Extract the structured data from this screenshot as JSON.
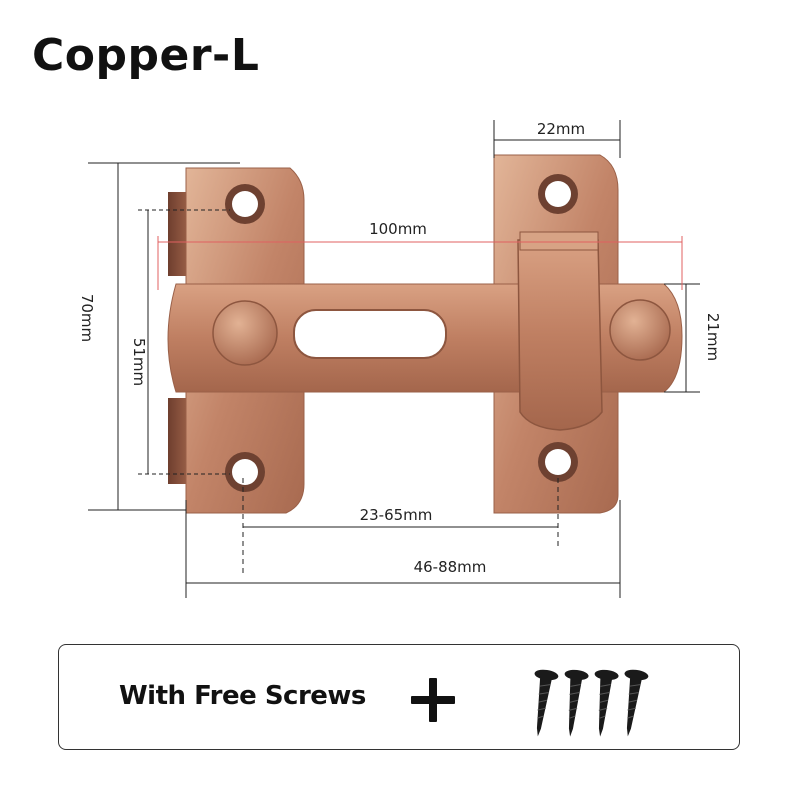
{
  "title": "Copper-L",
  "dimensions": {
    "top_width": "22mm",
    "span": "100mm",
    "height": "70mm",
    "hole_spacing": "51mm",
    "bar_height": "21mm",
    "adjust_min": "23-65mm",
    "adjust_max": "46-88mm"
  },
  "promo": {
    "text": "With Free Screws"
  },
  "colors": {
    "copper_light": "#d9a789",
    "copper_mid": "#b8795d",
    "copper_dark": "#8a5440",
    "guide_red": "#e06060"
  }
}
